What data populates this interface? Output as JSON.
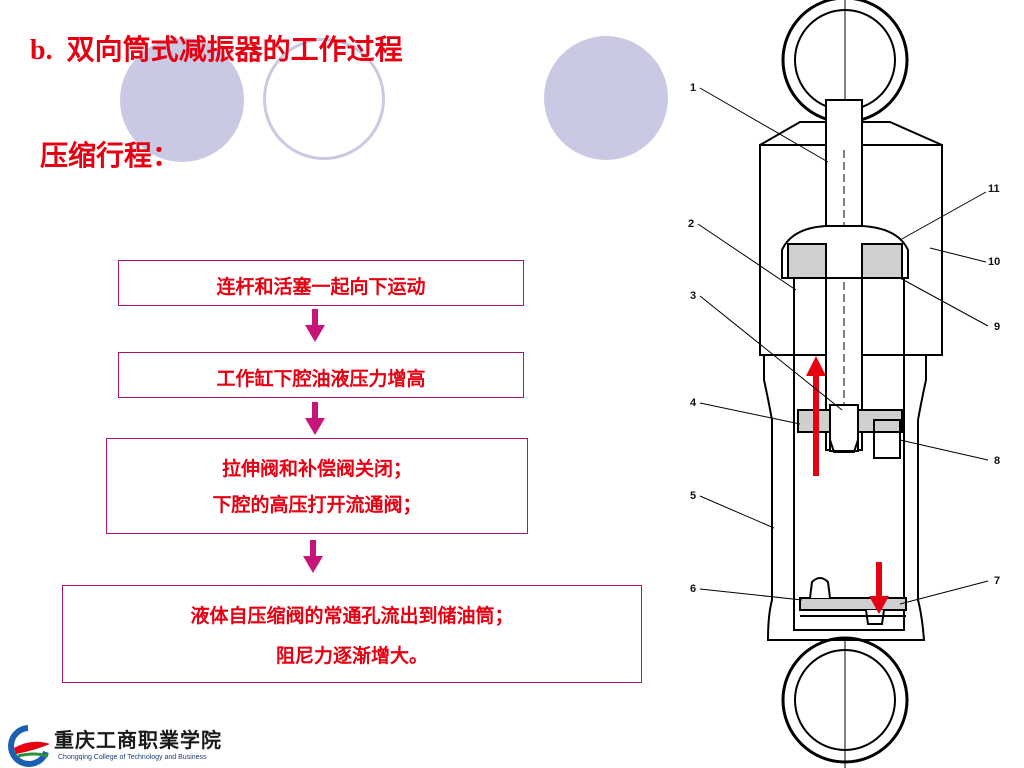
{
  "slide": {
    "title_label": "b.",
    "title_text": "双向筒式减振器的工作过程",
    "subtitle": "压缩行程："
  },
  "flow": {
    "steps": [
      {
        "lines": [
          "连杆和活塞一起向下运动"
        ]
      },
      {
        "lines": [
          "工作缸下腔油液压力增高"
        ]
      },
      {
        "lines": [
          "拉伸阀和补偿阀关闭；",
          "下腔的高压打开流通阀；"
        ]
      },
      {
        "lines": [
          "液体自压缩阀的常通孔流出到储油筒；",
          "阻尼力逐渐增大。"
        ]
      }
    ],
    "text_color": "#e60012",
    "border_color": "#b0146a",
    "arrow_color": "#c8157a"
  },
  "figure": {
    "callouts": [
      "1",
      "2",
      "3",
      "4",
      "5",
      "6",
      "7",
      "8",
      "9",
      "10",
      "11"
    ],
    "flow_arrow_color": "#e60012"
  },
  "logo": {
    "name_cn": "重庆工商职業学院",
    "name_en": "Chongqing College of Technology and Business"
  },
  "colors": {
    "deco_circle_fill": "#c9c9e4",
    "deco_circle_ring": "#c9c9e4"
  }
}
